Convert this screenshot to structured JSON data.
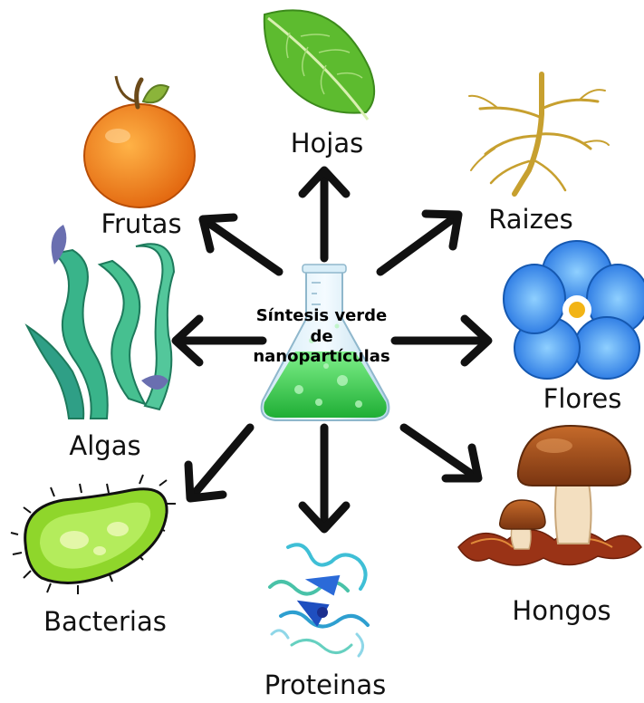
{
  "center": {
    "line1": "Síntesis verde",
    "line2": "de",
    "line3": "nanopartículas",
    "icon": "flask-icon"
  },
  "nodes": {
    "hojas": {
      "label": "Hojas",
      "icon": "leaf-icon"
    },
    "frutas": {
      "label": "Frutas",
      "icon": "orange-fruit-icon"
    },
    "raizes": {
      "label": "Raizes",
      "icon": "roots-icon"
    },
    "algas": {
      "label": "Algas",
      "icon": "seaweed-icon"
    },
    "flores": {
      "label": "Flores",
      "icon": "flower-icon"
    },
    "bacterias": {
      "label": "Bacterias",
      "icon": "bacteria-icon"
    },
    "proteinas": {
      "label": "Proteinas",
      "icon": "protein-structure-icon"
    },
    "hongos": {
      "label": "Hongos",
      "icon": "mushroom-icon"
    }
  },
  "colors": {
    "arrow": "#111111",
    "flask_liquid": "#33d14a",
    "leaf": "#5dbb2f",
    "orange": "#f47a14",
    "flower": "#2f8ff0",
    "bacteria": "#8fd62b",
    "mushroom_cap": "#a04f1c"
  }
}
